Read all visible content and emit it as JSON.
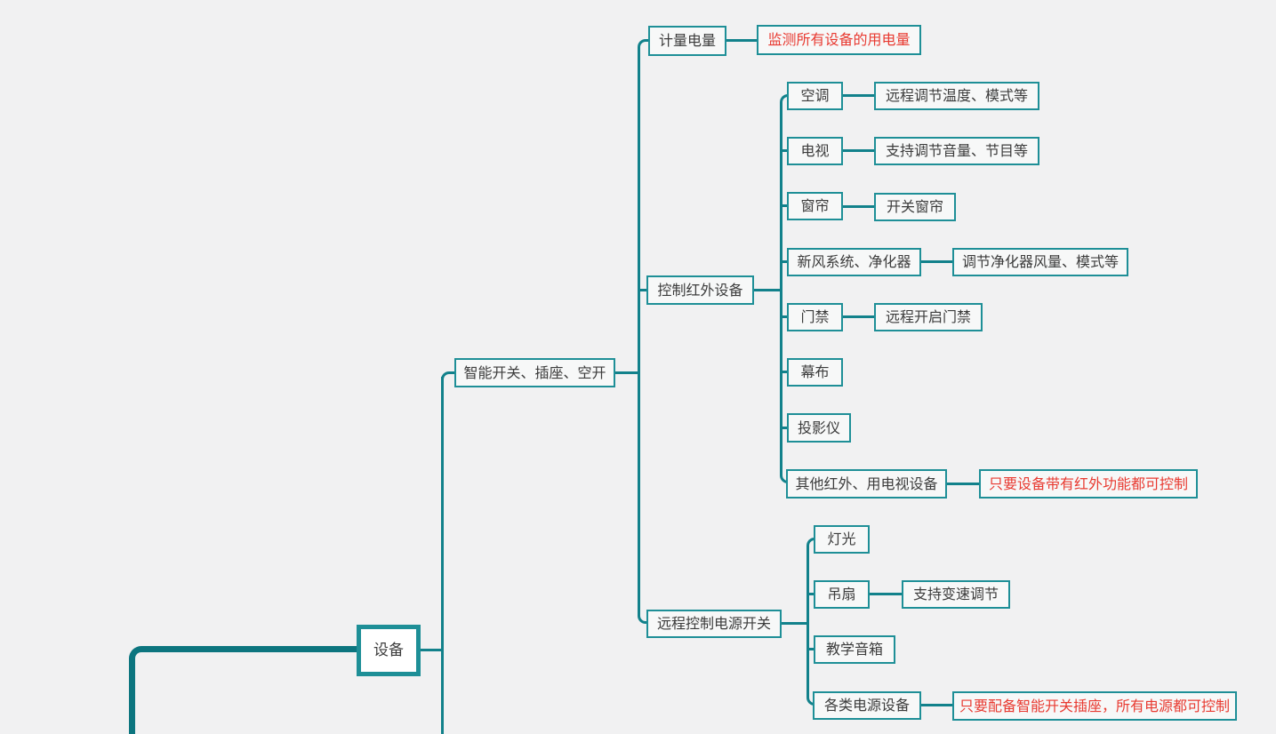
{
  "colors": {
    "canvas_bg": "#f1f1f2",
    "node_fill": "#f7f8f8",
    "accent_border": "#1e8f97",
    "accent_line": "#12818b",
    "accent_dark": "#0c757f",
    "text": "#3c3c3c",
    "note_text": "#e83a31"
  },
  "mindmap": {
    "root": {
      "label": "设备"
    },
    "level1": {
      "label": "智能开关、插座、空开"
    },
    "groups": [
      {
        "label": "计量电量",
        "note": "监测所有设备的用电量"
      },
      {
        "label": "控制红外设备",
        "children": [
          {
            "label": "空调",
            "desc": "远程调节温度、模式等"
          },
          {
            "label": "电视",
            "desc": "支持调节音量、节目等"
          },
          {
            "label": "窗帘",
            "desc": "开关窗帘"
          },
          {
            "label": "新风系统、净化器",
            "desc": "调节净化器风量、模式等"
          },
          {
            "label": "门禁",
            "desc": "远程开启门禁"
          },
          {
            "label": "幕布"
          },
          {
            "label": "投影仪"
          },
          {
            "label": "其他红外、用电视设备",
            "note": "只要设备带有红外功能都可控制"
          }
        ]
      },
      {
        "label": "远程控制电源开关",
        "children": [
          {
            "label": "灯光"
          },
          {
            "label": "吊扇",
            "desc": "支持变速调节"
          },
          {
            "label": "教学音箱"
          },
          {
            "label": "各类电源设备",
            "note": "只要配备智能开关插座，所有电源都可控制"
          }
        ]
      }
    ]
  }
}
